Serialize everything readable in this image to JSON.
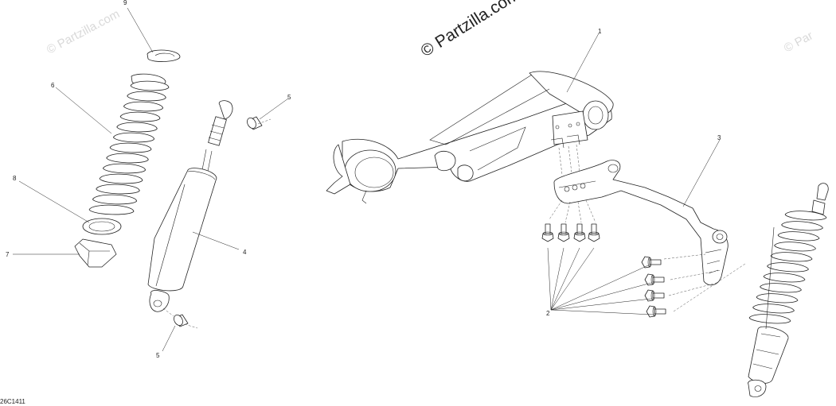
{
  "watermarks": {
    "center": "© Partzilla.com",
    "left": "© Partzilla.com",
    "right": "© Par"
  },
  "diagram_code": "26C1411",
  "callouts": {
    "c1": "1",
    "c2": "2",
    "c3": "3",
    "c4": "4",
    "c5a": "5",
    "c5b": "5",
    "c6": "6",
    "c7": "7",
    "c8": "8",
    "c9": "9"
  }
}
